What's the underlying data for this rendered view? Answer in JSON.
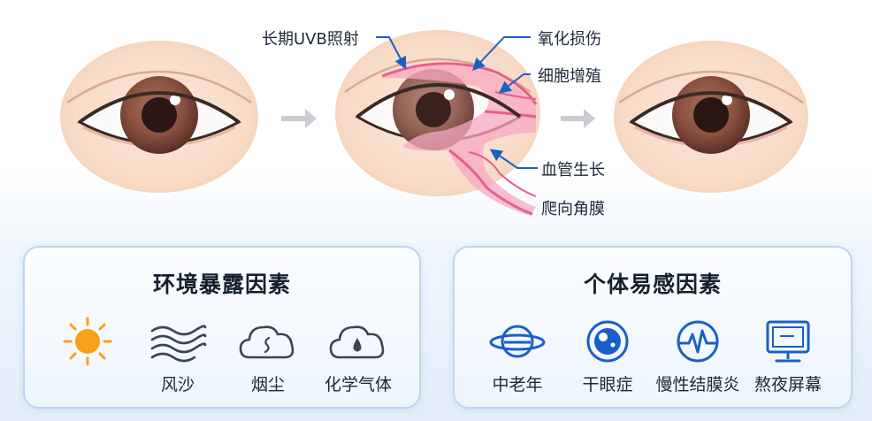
{
  "diagram": {
    "labels": {
      "uvb": "长期UVB照射",
      "oxidation": "氧化损伤",
      "proliferation": "细胞增殖",
      "vessel": "血管生长",
      "cornea": "爬向角膜"
    }
  },
  "panels": {
    "environment": {
      "title": "环境暴露因素",
      "items": [
        {
          "label": "",
          "icon": "sun-icon"
        },
        {
          "label": "风沙",
          "icon": "wind-icon"
        },
        {
          "label": "烟尘",
          "icon": "smoke-icon"
        },
        {
          "label": "化学气体",
          "icon": "chemical-gas-icon"
        }
      ]
    },
    "susceptibility": {
      "title": "个体易感因素",
      "items": [
        {
          "label": "中老年",
          "icon": "planet-icon"
        },
        {
          "label": "干眼症",
          "icon": "dry-eye-icon"
        },
        {
          "label": "慢性结膜炎",
          "icon": "pulse-icon"
        },
        {
          "label": "熬夜屏幕",
          "icon": "monitor-icon"
        }
      ]
    }
  },
  "colors": {
    "accent_blue": "#1a5fc8",
    "pterygium_pink": "#ef7fa4",
    "iris_brown": "#8a5040",
    "sun_orange": "#f7a21b",
    "panel_border": "#bcd6f0"
  }
}
